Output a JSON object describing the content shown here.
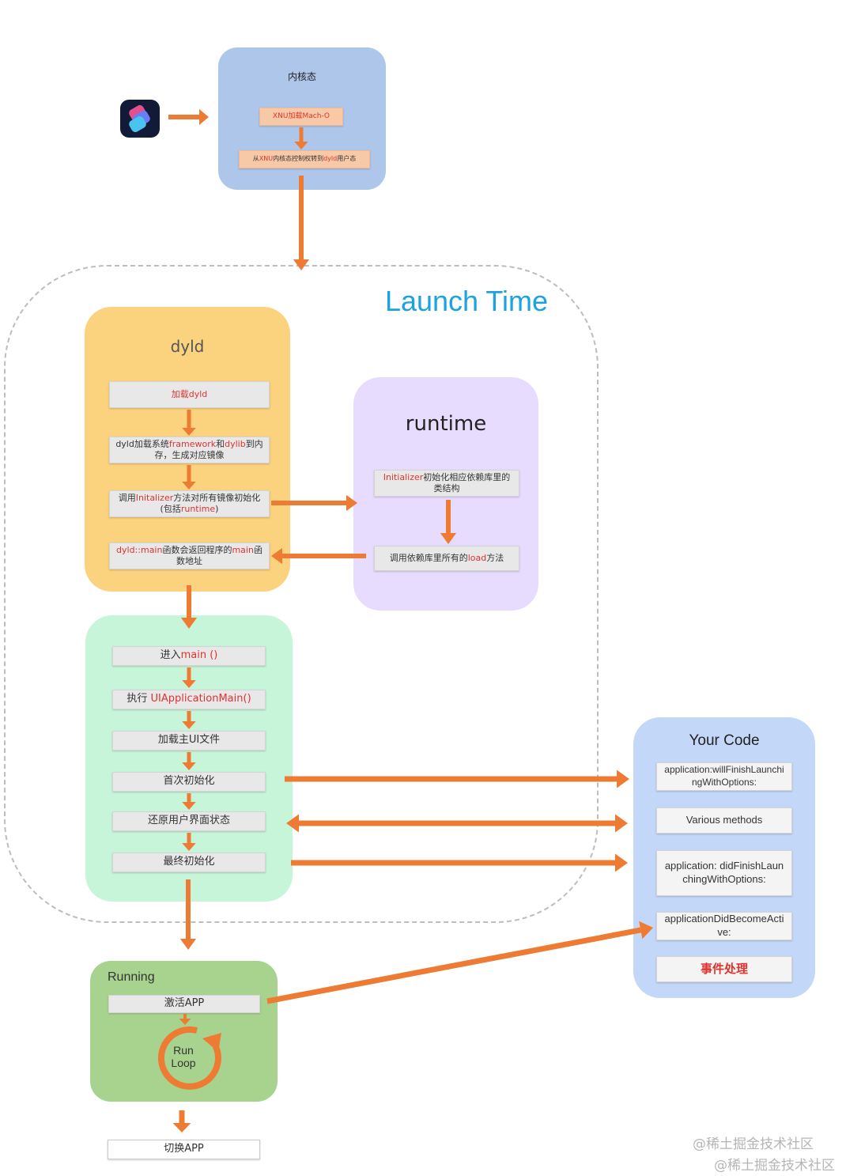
{
  "launch_time_label": "Launch Time",
  "kernel": {
    "title": "内核态",
    "step1": {
      "pre": "",
      "red": "XNU加载Mach-O",
      "post": ""
    },
    "step2": {
      "pre": "从",
      "red": "XNU",
      "mid": "内核态控制权转到",
      "red2": "dyld",
      "post": "用户态"
    }
  },
  "dyld": {
    "title": "dyld",
    "step1": {
      "red": "加载dyld"
    },
    "step2": {
      "pre": "dyld加载系统",
      "red": "framework",
      "mid": "和",
      "red2": "dylib",
      "post": "到内存，生成对应镜像"
    },
    "step3": {
      "pre": "调用",
      "red": "Initalizer",
      "mid": "方法对所有镜像初始化(包括",
      "red2": "runtime",
      "post": ")"
    },
    "step4": {
      "red": "dyld::main",
      "mid": "函数会返回程序的",
      "red2": "main",
      "post": "函数地址"
    }
  },
  "runtime": {
    "title": "runtime",
    "step1": {
      "red": "Initializer",
      "post": "初始化相应依赖库里的类结构"
    },
    "step2": {
      "pre": "调用依赖库里所有的",
      "red": "load",
      "post": "方法"
    }
  },
  "main_flow": {
    "step1": {
      "pre": "进入",
      "red": "main ()"
    },
    "step2": {
      "pre": "执行 ",
      "red": "UIApplicationMain()"
    },
    "step3": {
      "pre": "加载主UI文件"
    },
    "step4": {
      "pre": "首次初始化"
    },
    "step5": {
      "pre": "还原用户界面状态"
    },
    "step6": {
      "pre": "最终初始化"
    }
  },
  "your_code": {
    "title": "Your Code",
    "items": [
      "application:willFinishLaunchingWithOptions:",
      "Various methods",
      "application: didFinishLaunchingWithOptions:",
      "applicationDidBecomeActive:"
    ],
    "event": "事件处理"
  },
  "running": {
    "title": "Running",
    "activate": "激活APP",
    "run_loop": "Run Loop",
    "switch": "切换APP"
  },
  "watermark": [
    "@稀土掘金技术社区",
    "@稀土掘金技术社区"
  ],
  "colors": {
    "arrow": "#ee7b33",
    "kernel_bg": "#aec6ea",
    "dyld_bg": "#fbd27d",
    "runtime_bg": "#e7dcfd",
    "main_bg": "#c7f5d9",
    "your_code_bg": "#c3d7f8",
    "running_bg": "#a8d38e",
    "launch_title": "#1aa3e0",
    "emphasis_red": "#e0332e"
  },
  "icons": [
    "shortcuts-app-icon",
    "run-loop-circular-arrow-icon"
  ]
}
